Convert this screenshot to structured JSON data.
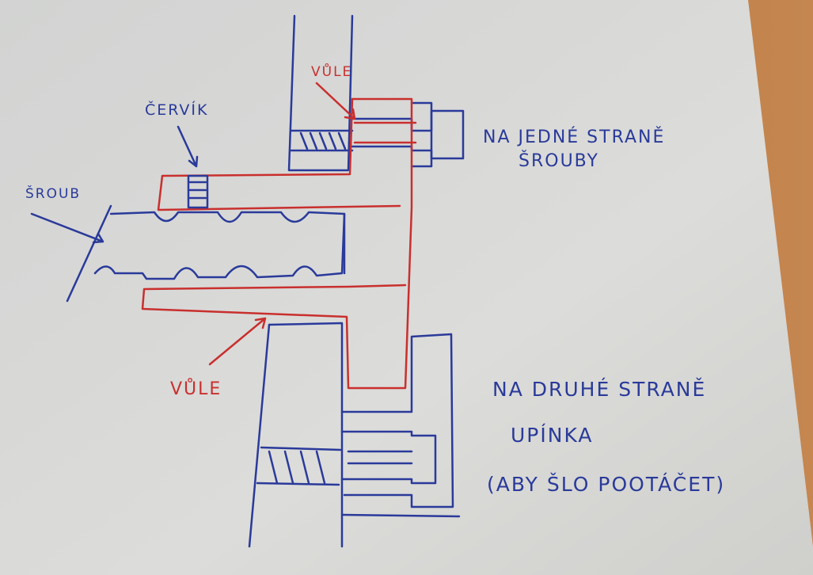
{
  "labels": {
    "vule_top": "VŮLE",
    "cervik": "ČERVÍK",
    "sroub": "ŠROUB",
    "one_side_line1": "NA JEDNÉ STRANĚ",
    "one_side_line2": "ŠROUBY",
    "vule_bottom": "VŮLE",
    "other_side_line1": "NA DRUHÉ STRANĚ",
    "other_side_line2": "UPÍNKA",
    "other_side_line3": "(ABY ŠLO POOTÁČET)"
  },
  "colors": {
    "paper": "#d9d9d6",
    "blue_ink": "#2a3a9a",
    "red_ink": "#c8302e",
    "wood": "#b8773f"
  }
}
